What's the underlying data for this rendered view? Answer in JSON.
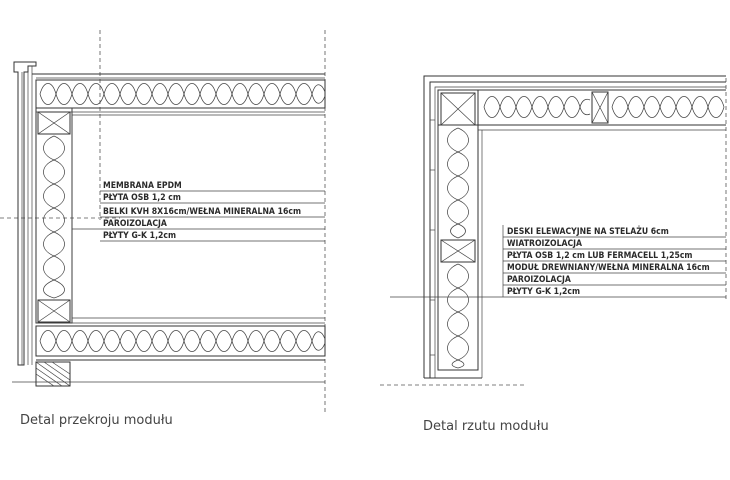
{
  "section_detail": {
    "caption": "Detal przekroju modułu",
    "layers": [
      "MEMBRANA EPDM",
      "PŁYTA OSB 1,2 cm",
      "BELKI KVH 8X16cm/WEŁNA MINERALNA 16cm",
      "PAROIZOLACJA",
      "PŁYTY G-K 1,2cm"
    ]
  },
  "plan_detail": {
    "caption": "Detal rzutu modułu",
    "layers": [
      "DESKI ELEWACYJNE NA STELAŻU 6cm",
      "WIATROIZOLACJA",
      "PŁYTA OSB 1,2 cm LUB FERMACELL 1,25cm",
      "MODUŁ DREWNIANY/WEŁNA MINERALNA 16cm",
      "PAROIZOLACJA",
      "PŁYTY G-K 1,2cm"
    ]
  },
  "colors": {
    "line": "#333333",
    "text": "#2a2a2a"
  }
}
